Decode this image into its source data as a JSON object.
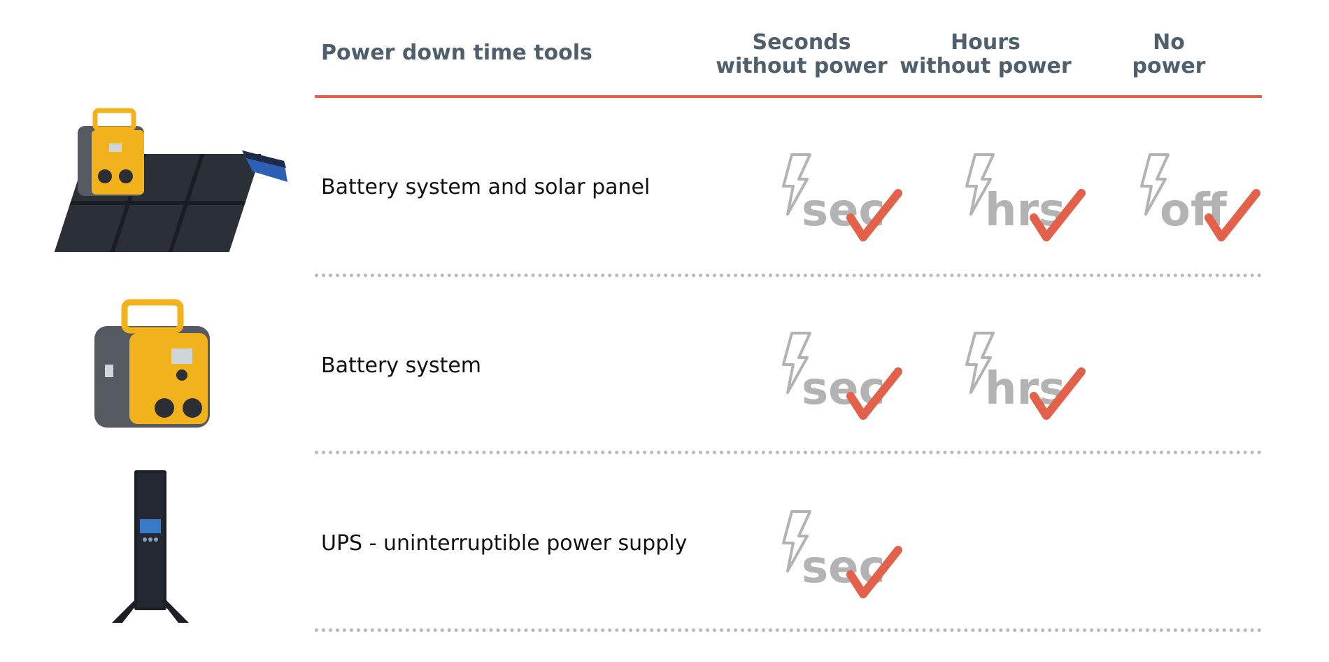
{
  "header": {
    "title": "Power down time tools",
    "columns": [
      {
        "key": "sec",
        "line1": "Seconds",
        "line2": "without power"
      },
      {
        "key": "hrs",
        "line1": "Hours",
        "line2": "without power"
      },
      {
        "key": "off",
        "line1": "No",
        "line2": "power"
      }
    ]
  },
  "rows": [
    {
      "label": "Battery system and solar panel",
      "product": "battery-solar-kit",
      "marks": [
        "sec",
        "hrs",
        "off"
      ]
    },
    {
      "label": "Battery system",
      "product": "portable-battery-station",
      "marks": [
        "sec",
        "hrs"
      ]
    },
    {
      "label": "UPS - uninterruptible power supply",
      "product": "tower-ups-unit",
      "marks": [
        "sec"
      ]
    }
  ],
  "mark_labels": {
    "sec": "sec",
    "hrs": "hrs",
    "off": "off"
  },
  "colors": {
    "accent": "#e3604a",
    "heading": "#4f5f6b",
    "icon_gray": "#b3b3b3",
    "battery_yellow": "#f2b21c",
    "battery_gray": "#555a60"
  },
  "icons": {
    "mark": "lightning-bolt-icon",
    "check": "checkmark-icon"
  }
}
